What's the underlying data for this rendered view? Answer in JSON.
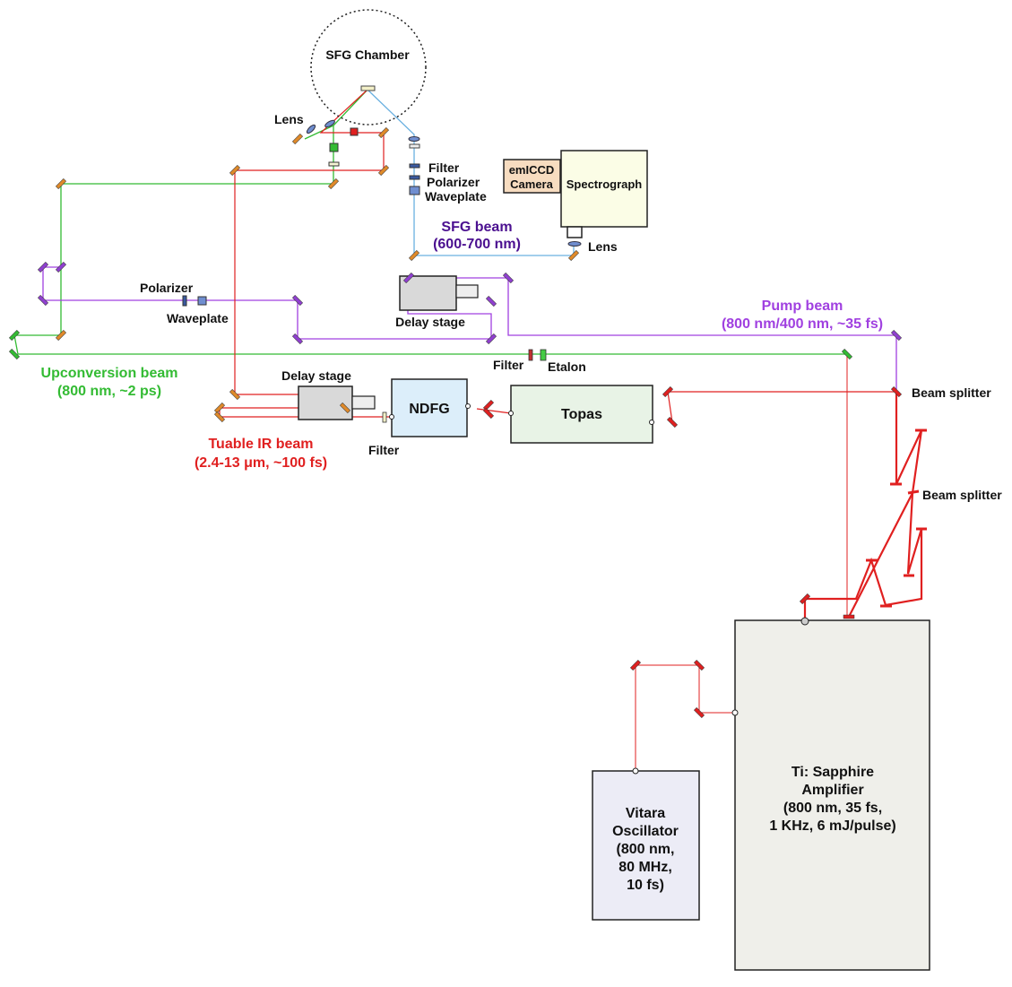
{
  "labels": {
    "sfg_chamber": "SFG Chamber",
    "lens_top": "Lens",
    "filter_sfg": "Filter",
    "polarizer_sfg": "Polarizer",
    "waveplate_sfg": "Waveplate",
    "emiccd_line1": "emICCD",
    "emiccd_line2": "Camera",
    "spectrograph": "Spectrograph",
    "lens_spec": "Lens",
    "sfg_beam_line1": "SFG beam",
    "sfg_beam_line2": "(600-700 nm)",
    "polarizer_left": "Polarizer",
    "waveplate_left": "Waveplate",
    "delay_stage_pump": "Delay stage",
    "pump_beam_line1": "Pump beam",
    "pump_beam_line2": "(800 nm/400 nm, ~35 fs)",
    "filter_mid": "Filter",
    "etalon": "Etalon",
    "upconv_line1": "Upconversion beam",
    "upconv_line2": "(800 nm, ~2 ps)",
    "delay_stage_ir": "Delay stage",
    "ndfg": "NDFG",
    "topas": "Topas",
    "beam_splitter_1": "Beam splitter",
    "beam_splitter_2": "Beam splitter",
    "ir_beam_line1": "Tuable IR beam",
    "ir_beam_line2": "(2.4-13 μm, ~100 fs)",
    "filter_ir": "Filter",
    "vitara_lines": [
      "Vitara",
      "Oscillator",
      "(800 nm,",
      "80 MHz,",
      "10 fs)"
    ],
    "amp_lines": [
      "Ti: Sapphire",
      "Amplifier",
      "(800 nm, 35 fs,",
      "1 KHz, 6 mJ/pulse)"
    ]
  },
  "colors": {
    "upconversion_beam": "#33bb33",
    "ir_beam": "#e02020",
    "pump_beam": "#a040e0",
    "sfg_beam": "#4b1090",
    "sfg_signal_line": "#6ab0e0",
    "mirror_orange": "#e08a2a",
    "ndfg_fill": "#dceefa",
    "topas_fill": "#e8f3e6",
    "emiccd_fill": "#f7dcc0",
    "spectrograph_fill": "#fbfde6",
    "vitara_fill": "#ececf6",
    "amp_fill": "#efefea",
    "delay_stage_fill": "#d9d9d9"
  }
}
